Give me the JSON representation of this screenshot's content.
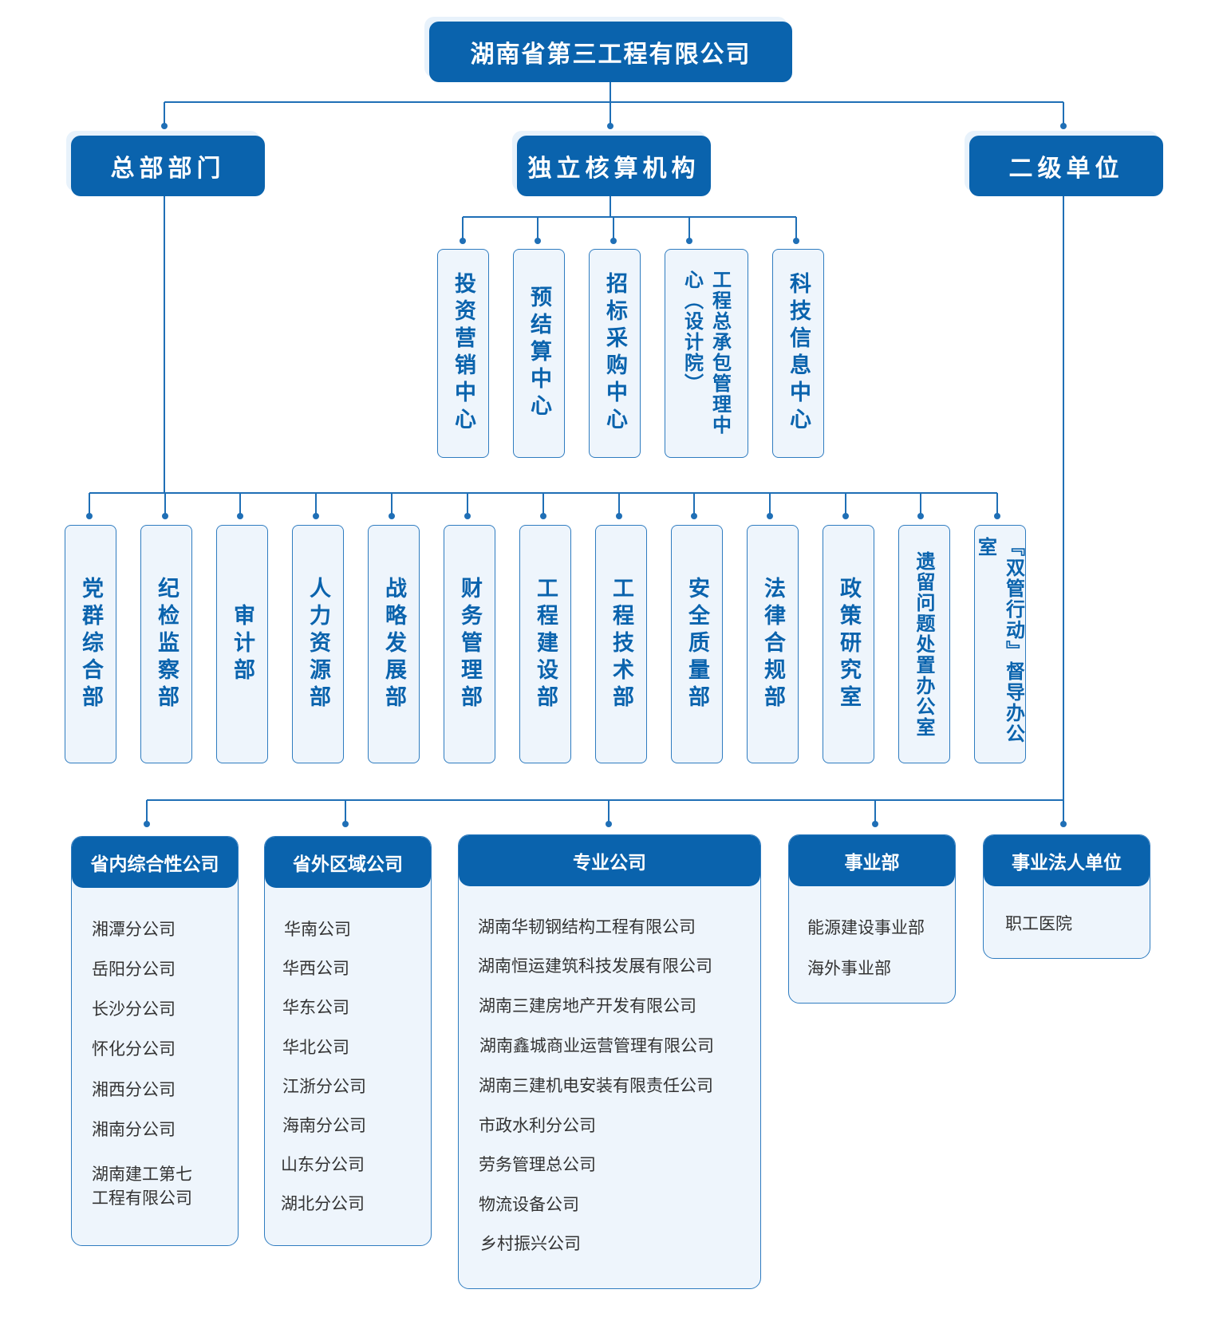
{
  "root": "湖南省第三工程有限公司",
  "level2": {
    "hq": "总部部门",
    "independent": "独立核算机构",
    "secondary": "二级单位"
  },
  "independent_units": [
    "投资营销中心",
    "预结算中心",
    "招标采购中心",
    "工程总承包管理中心（设计院）",
    "科技信息中心"
  ],
  "hq_departments": [
    "党群综合部",
    "纪检监察部",
    "审计部",
    "人力资源部",
    "战略发展部",
    "财务管理部",
    "工程建设部",
    "工程技术部",
    "安全质量部",
    "法律合规部",
    "政策研究室",
    "遗留问题处置办公室",
    "『双管行动』督导办公室"
  ],
  "groups": {
    "provincial": {
      "title": "省内综合性公司",
      "items": [
        "湘潭分公司",
        "岳阳分公司",
        "长沙分公司",
        "怀化分公司",
        "湘西分公司",
        "湘南分公司",
        "湖南建工第七\n工程有限公司"
      ]
    },
    "regional": {
      "title": "省外区域公司",
      "items": [
        "华南公司",
        "华西公司",
        "华东公司",
        "华北公司",
        "江浙分公司",
        "海南分公司",
        "山东分公司",
        "湖北分公司"
      ]
    },
    "professional": {
      "title": "专业公司",
      "items": [
        "湖南华韧钢结构工程有限公司",
        "湖南恒运建筑科技发展有限公司",
        "湖南三建房地产开发有限公司",
        "湖南鑫城商业运营管理有限公司",
        "湖南三建机电安装有限责任公司",
        "市政水利分公司",
        "劳务管理总公司",
        "物流设备公司",
        "乡村振兴公司"
      ]
    },
    "division": {
      "title": "事业部",
      "items": [
        "能源建设事业部",
        "海外事业部"
      ]
    },
    "legal": {
      "title": "事业法人单位",
      "items": [
        "职工医院"
      ]
    }
  },
  "colors": {
    "primary": "#0a63ad",
    "box_fill": "#eef5fc",
    "line": "#1f6fb6"
  }
}
